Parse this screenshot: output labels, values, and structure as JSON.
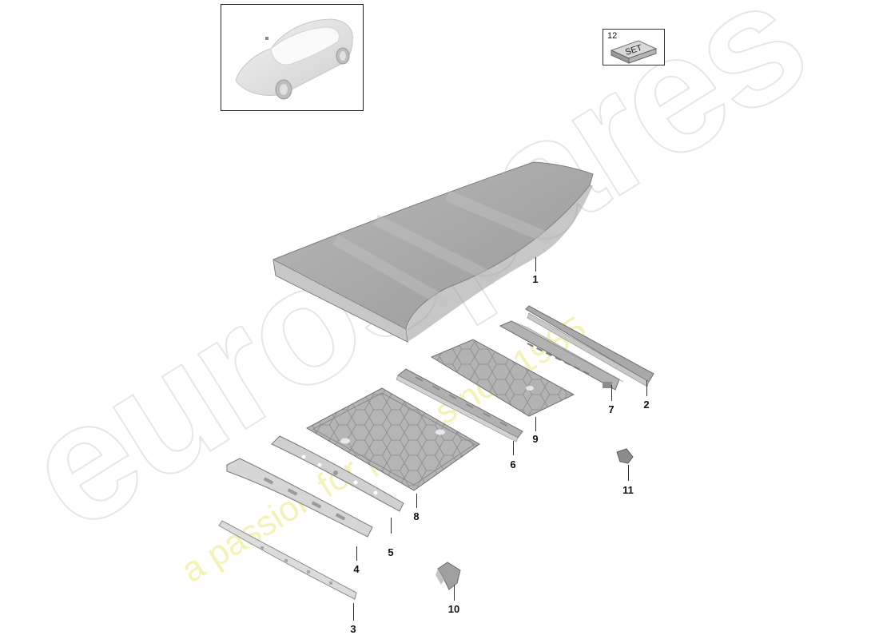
{
  "diagram": {
    "type": "exploded-parts-diagram",
    "subject": "Roof panel assembly",
    "thumbnail": {
      "icon": "car-overview-icon",
      "description": "Vehicle overview (sport sedan)"
    },
    "set_badge": {
      "number": "12",
      "label": "SET"
    },
    "watermark": {
      "logo": "eurospares",
      "tagline": "a passion for parts since 1985"
    },
    "callouts": [
      {
        "id": "1",
        "label": "1",
        "part": "roof-panel"
      },
      {
        "id": "2",
        "label": "2",
        "part": "side-roof-rail-outer"
      },
      {
        "id": "3",
        "label": "3",
        "part": "front-trim-strip"
      },
      {
        "id": "4",
        "label": "4",
        "part": "front-roof-frame"
      },
      {
        "id": "5",
        "label": "5",
        "part": "front-roof-bow"
      },
      {
        "id": "6",
        "label": "6",
        "part": "middle-roof-bow"
      },
      {
        "id": "7",
        "label": "7",
        "part": "side-roof-rail-inner"
      },
      {
        "id": "8",
        "label": "8",
        "part": "front-roof-reinforcement-panel"
      },
      {
        "id": "9",
        "label": "9",
        "part": "rear-roof-reinforcement-panel"
      },
      {
        "id": "10",
        "label": "10",
        "part": "bracket-left"
      },
      {
        "id": "11",
        "label": "11",
        "part": "bracket-right"
      },
      {
        "id": "12",
        "label": "12",
        "part": "set"
      }
    ]
  }
}
